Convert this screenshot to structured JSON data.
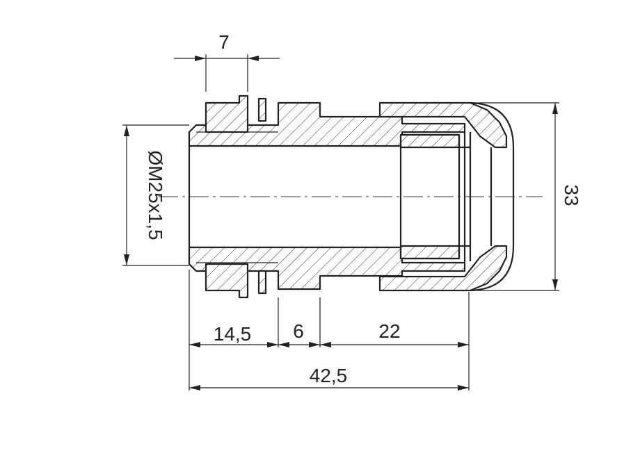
{
  "drawing": {
    "dimensions": {
      "nut_width": "7",
      "thread": "ØM25x1,5",
      "thread_length": "14,5",
      "hex_width": "6",
      "body_length": "22",
      "total_length": "42,5",
      "outer_diameter": "33"
    }
  }
}
